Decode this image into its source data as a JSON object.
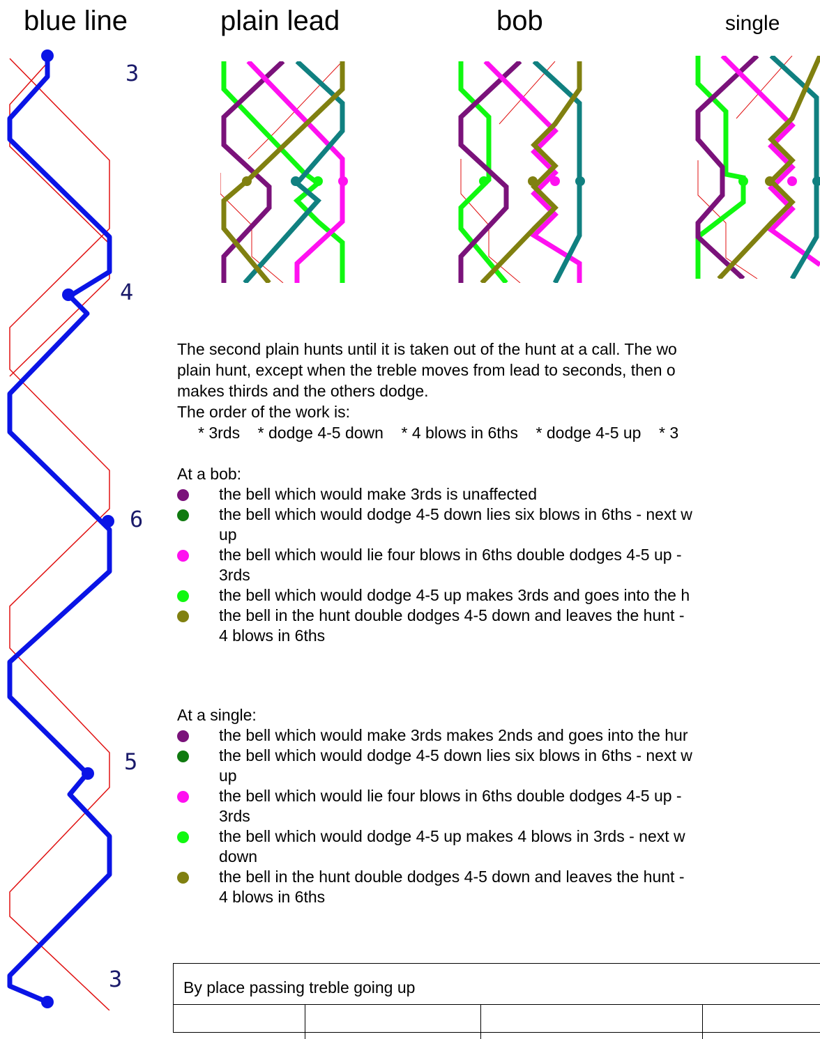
{
  "headings": {
    "blue_line": "blue line",
    "plain_lead": "plain lead",
    "bob": "bob",
    "single": "single"
  },
  "place_labels": [
    "3",
    "4",
    "6",
    "5",
    "3"
  ],
  "colors": {
    "blue": "#0a14e6",
    "purple": "#7a127a",
    "dark_green": "#107a10",
    "magenta": "#ff10f0",
    "green": "#10f810",
    "olive": "#808010",
    "teal": "#108080",
    "red": "#e01010"
  },
  "intro": {
    "line1": "The second plain hunts until it is taken out of the hunt at a call. The wo",
    "line2": "plain hunt, except when the treble moves from lead to seconds, then o",
    "line3": "makes thirds and the others dodge.",
    "order_label": "The order of the work is:",
    "order_items": "* 3rds    * dodge 4-5 down    * 4 blows in 6ths    * dodge 4-5 up    * 3"
  },
  "bob": {
    "title": "At a bob:",
    "items": [
      {
        "color": "#7a127a",
        "text1": "the bell which would make 3rds is unaffected",
        "text2": ""
      },
      {
        "color": "#107a10",
        "text1": "the bell which would dodge 4-5 down lies six blows in 6ths - next w",
        "text2": "up"
      },
      {
        "color": "#ff10f0",
        "text1": "the bell which would lie four blows in 6ths double dodges 4-5 up -",
        "text2": "3rds"
      },
      {
        "color": "#10f810",
        "text1": "the bell which would dodge 4-5 up makes 3rds and goes into the h",
        "text2": ""
      },
      {
        "color": "#808010",
        "text1": "the bell in the hunt double dodges 4-5 down and leaves the hunt -",
        "text2": "4 blows in 6ths"
      }
    ]
  },
  "single": {
    "title": "At a single:",
    "items": [
      {
        "color": "#7a127a",
        "text1": "the bell which would make 3rds makes 2nds and goes into the hur",
        "text2": ""
      },
      {
        "color": "#107a10",
        "text1": "the bell which would dodge 4-5 down lies six blows in 6ths - next w",
        "text2": "up"
      },
      {
        "color": "#ff10f0",
        "text1": "the bell which would lie four blows in 6ths double dodges 4-5 up -",
        "text2": "3rds"
      },
      {
        "color": "#10f810",
        "text1": "the bell which would dodge 4-5 up makes 4 blows in 3rds - next w",
        "text2": "down"
      },
      {
        "color": "#808010",
        "text1": "the bell in the hunt double dodges 4-5 down and leaves the hunt -",
        "text2": "4 blows in 6ths"
      }
    ]
  },
  "table": {
    "title": "By place passing treble going up"
  }
}
